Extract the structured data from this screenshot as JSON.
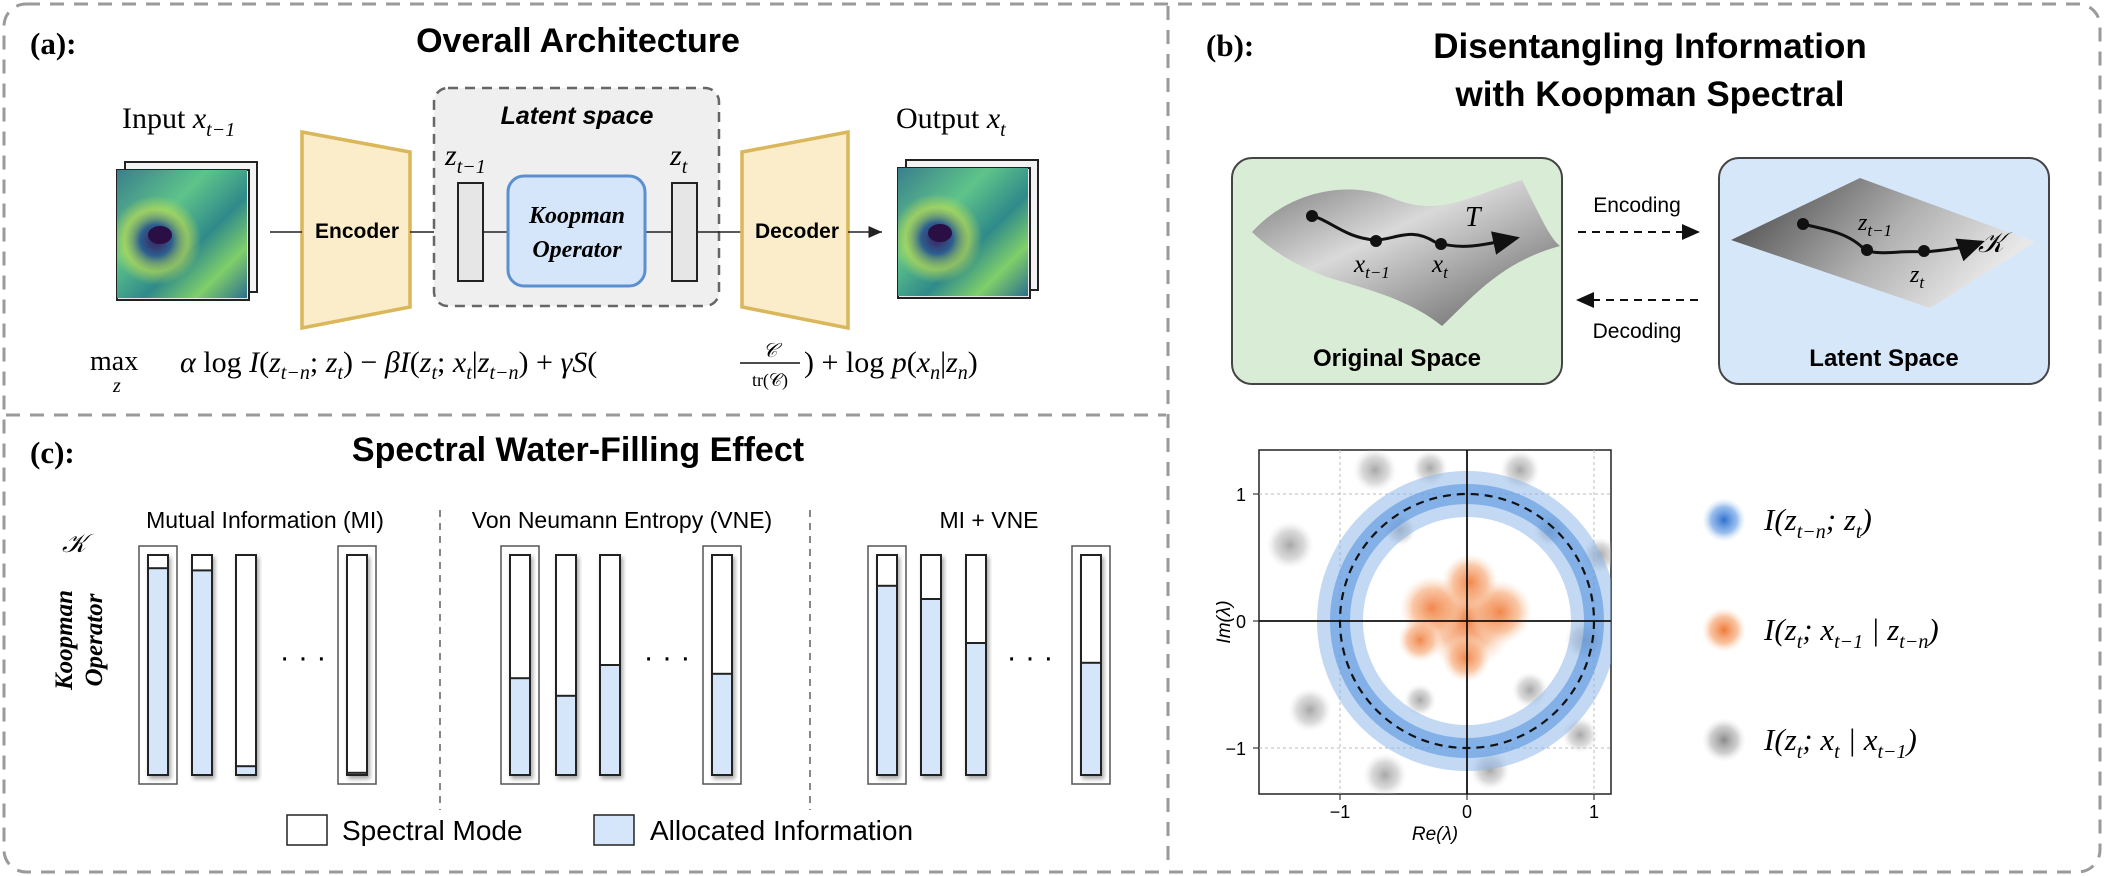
{
  "panel_a": {
    "label": "(a):",
    "title": "Overall Architecture",
    "input_label": "Input",
    "input_var": "x",
    "input_sub": "t−1",
    "output_label": "Output",
    "output_var": "x",
    "output_sub": "t",
    "latent_title": "Latent space",
    "z_prev_var": "z",
    "z_prev_sub": "t−1",
    "z_cur_var": "z",
    "z_cur_sub": "t",
    "encoder": "Encoder",
    "decoder": "Decoder",
    "koopman_line1": "Koopman",
    "koopman_line2": "Operator",
    "objective_max": "max",
    "objective_under": "z",
    "objective_frac_num": "𝒞",
    "objective_frac_den": "tr(𝒞)"
  },
  "panel_b": {
    "label": "(b):",
    "title_line1": "Disentangling Information",
    "title_line2": "with Koopman Spectral",
    "encoding": "Encoding",
    "decoding": "Decoding",
    "original_space": "Original Space",
    "latent_space": "Latent Space",
    "orig_T": "T",
    "lat_K": "𝒦",
    "legend": [
      {
        "color": "#4f8fdc",
        "text": "I(z_{t−n}; z_t)"
      },
      {
        "color": "#f39a5e",
        "text": "I(z_t; x_{t−1} | z_{t−n})"
      },
      {
        "color": "#9a9a9a",
        "text": "I(z_t; x_t | x_{t−1})"
      }
    ],
    "plot": {
      "xlabel": "Re(λ)",
      "ylabel": "Im(λ)",
      "xticks": [
        "−1",
        "0",
        "1"
      ],
      "yticks": [
        "1",
        "0",
        "−1"
      ]
    }
  },
  "panel_c": {
    "label": "(c):",
    "title": "Spectral Water-Filling Effect",
    "group_titles": [
      "Mutual Information (MI)",
      "Von Neumann Entropy (VNE)",
      "MI + VNE"
    ],
    "ellipsis": "· · ·",
    "side_label_1": "Koopman",
    "side_label_2": "Operator",
    "side_symbol": "𝒦",
    "legend_mode": "Spectral Mode",
    "legend_alloc": "Allocated Information",
    "fills": [
      [
        0.94,
        0.93,
        0.04,
        0.01
      ],
      [
        0.44,
        0.36,
        0.5,
        0.46
      ],
      [
        0.86,
        0.8,
        0.6,
        0.51
      ]
    ],
    "colors": {
      "fill": "#d6e6fa",
      "stroke": "#222222"
    }
  }
}
